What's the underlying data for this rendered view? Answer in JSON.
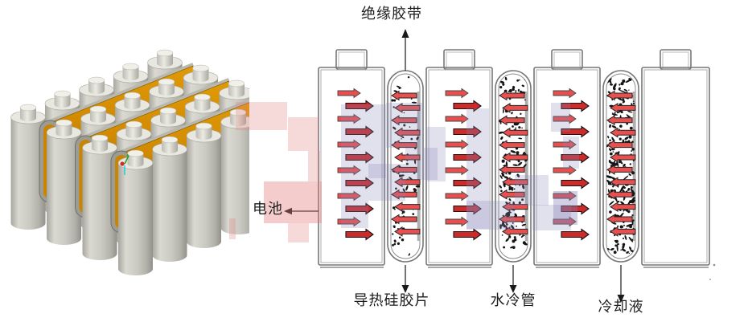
{
  "figure": {
    "kind": "battery-pack-liquid-cooling-structure-diagram",
    "labels": {
      "insulation_tape": "绝缘胶带",
      "battery": "电池",
      "thermal_pad": "导热硅胶片",
      "water_tube": "水冷管",
      "coolant": "冷却液"
    },
    "diagram": {
      "columns": [
        {
          "type": "battery",
          "label": "电池",
          "arrows": "right",
          "arrow_count": 12
        },
        {
          "type": "thermal-pad",
          "label": "导热硅胶片",
          "arrows": "left",
          "arrow_count": 12,
          "texture": "sparse-dots",
          "top_callout": "绝缘胶带"
        },
        {
          "type": "battery",
          "label": "电池",
          "arrows": "right",
          "arrow_count": 12
        },
        {
          "type": "water-tube",
          "label": "水冷管",
          "arrows": "left",
          "arrow_count": 12,
          "texture": "medium-stipple"
        },
        {
          "type": "battery",
          "label": "电池",
          "arrows": "right",
          "arrow_count": 12
        },
        {
          "type": "coolant",
          "label": "冷却液",
          "arrows": "left",
          "arrow_count": 12,
          "texture": "dense-stipple"
        },
        {
          "type": "battery",
          "label": "电池",
          "arrows": "none",
          "arrow_count": 0
        }
      ]
    },
    "scene3d": {
      "rows": 4,
      "cells_per_row": 5,
      "cooling_channels": 3
    },
    "colors": {
      "outline_gray": "#777777",
      "inner_gray": "#9a9a9a",
      "arrow_red_light": "#e85050",
      "arrow_red_dark": "#cf2a2a",
      "stipple_black": "#151515",
      "channel_orange": "#d18a00",
      "channel_orange_deep": "#b06f00",
      "cell_body_gray": "#cfcec6",
      "cell_top_gray": "#e9e8e0",
      "watermark_pink": "rgba(225,130,130,0.30)",
      "watermark_pink_deep": "rgba(225,120,120,0.38)",
      "watermark_lavender": "rgba(140,135,185,0.26)",
      "watermark_lavender_deep": "rgba(130,125,180,0.36)",
      "leader_black": "#1a1a1a"
    }
  }
}
